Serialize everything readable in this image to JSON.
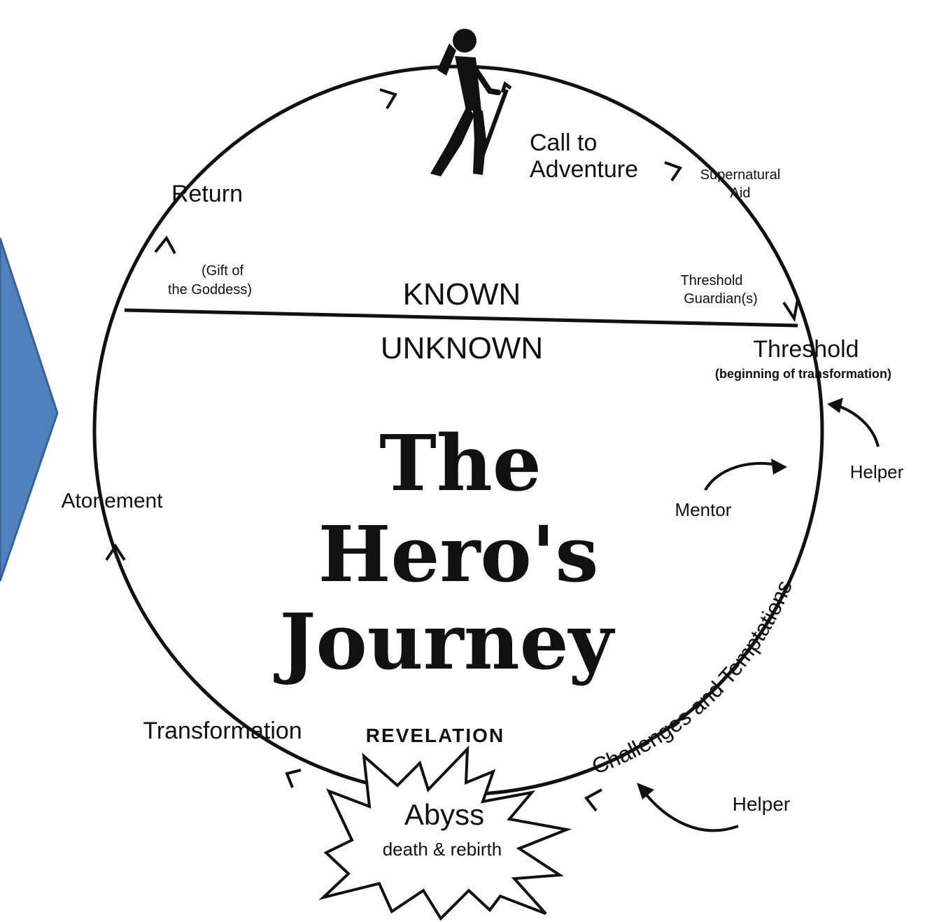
{
  "diagram": {
    "title_lines": [
      "The",
      "Hero's",
      "Journey"
    ],
    "known": "KNOWN",
    "unknown": "UNKNOWN",
    "stages": {
      "call_line1": "Call to",
      "call_line2": "Adventure",
      "supernatural_line1": "Supernatural",
      "supernatural_line2": "Aid",
      "guardian_line1": "Threshold",
      "guardian_line2": "Guardian(s)",
      "threshold": "Threshold",
      "threshold_sub": "(beginning of transformation)",
      "helper_top": "Helper",
      "mentor": "Mentor",
      "challenges": "Challenges and Temptations",
      "helper_bottom": "Helper",
      "revelation": "REVELATION",
      "abyss": "Abyss",
      "abyss_sub": "death & rebirth",
      "transformation": "Transformation",
      "atonement": "Atonement",
      "gift_line1": "(Gift of",
      "gift_line2": "the Goddess)",
      "return": "Return"
    }
  },
  "colors": {
    "ink": "#111111",
    "chevron_fill": "#4f81bd",
    "chevron_stroke": "#3a628f"
  }
}
